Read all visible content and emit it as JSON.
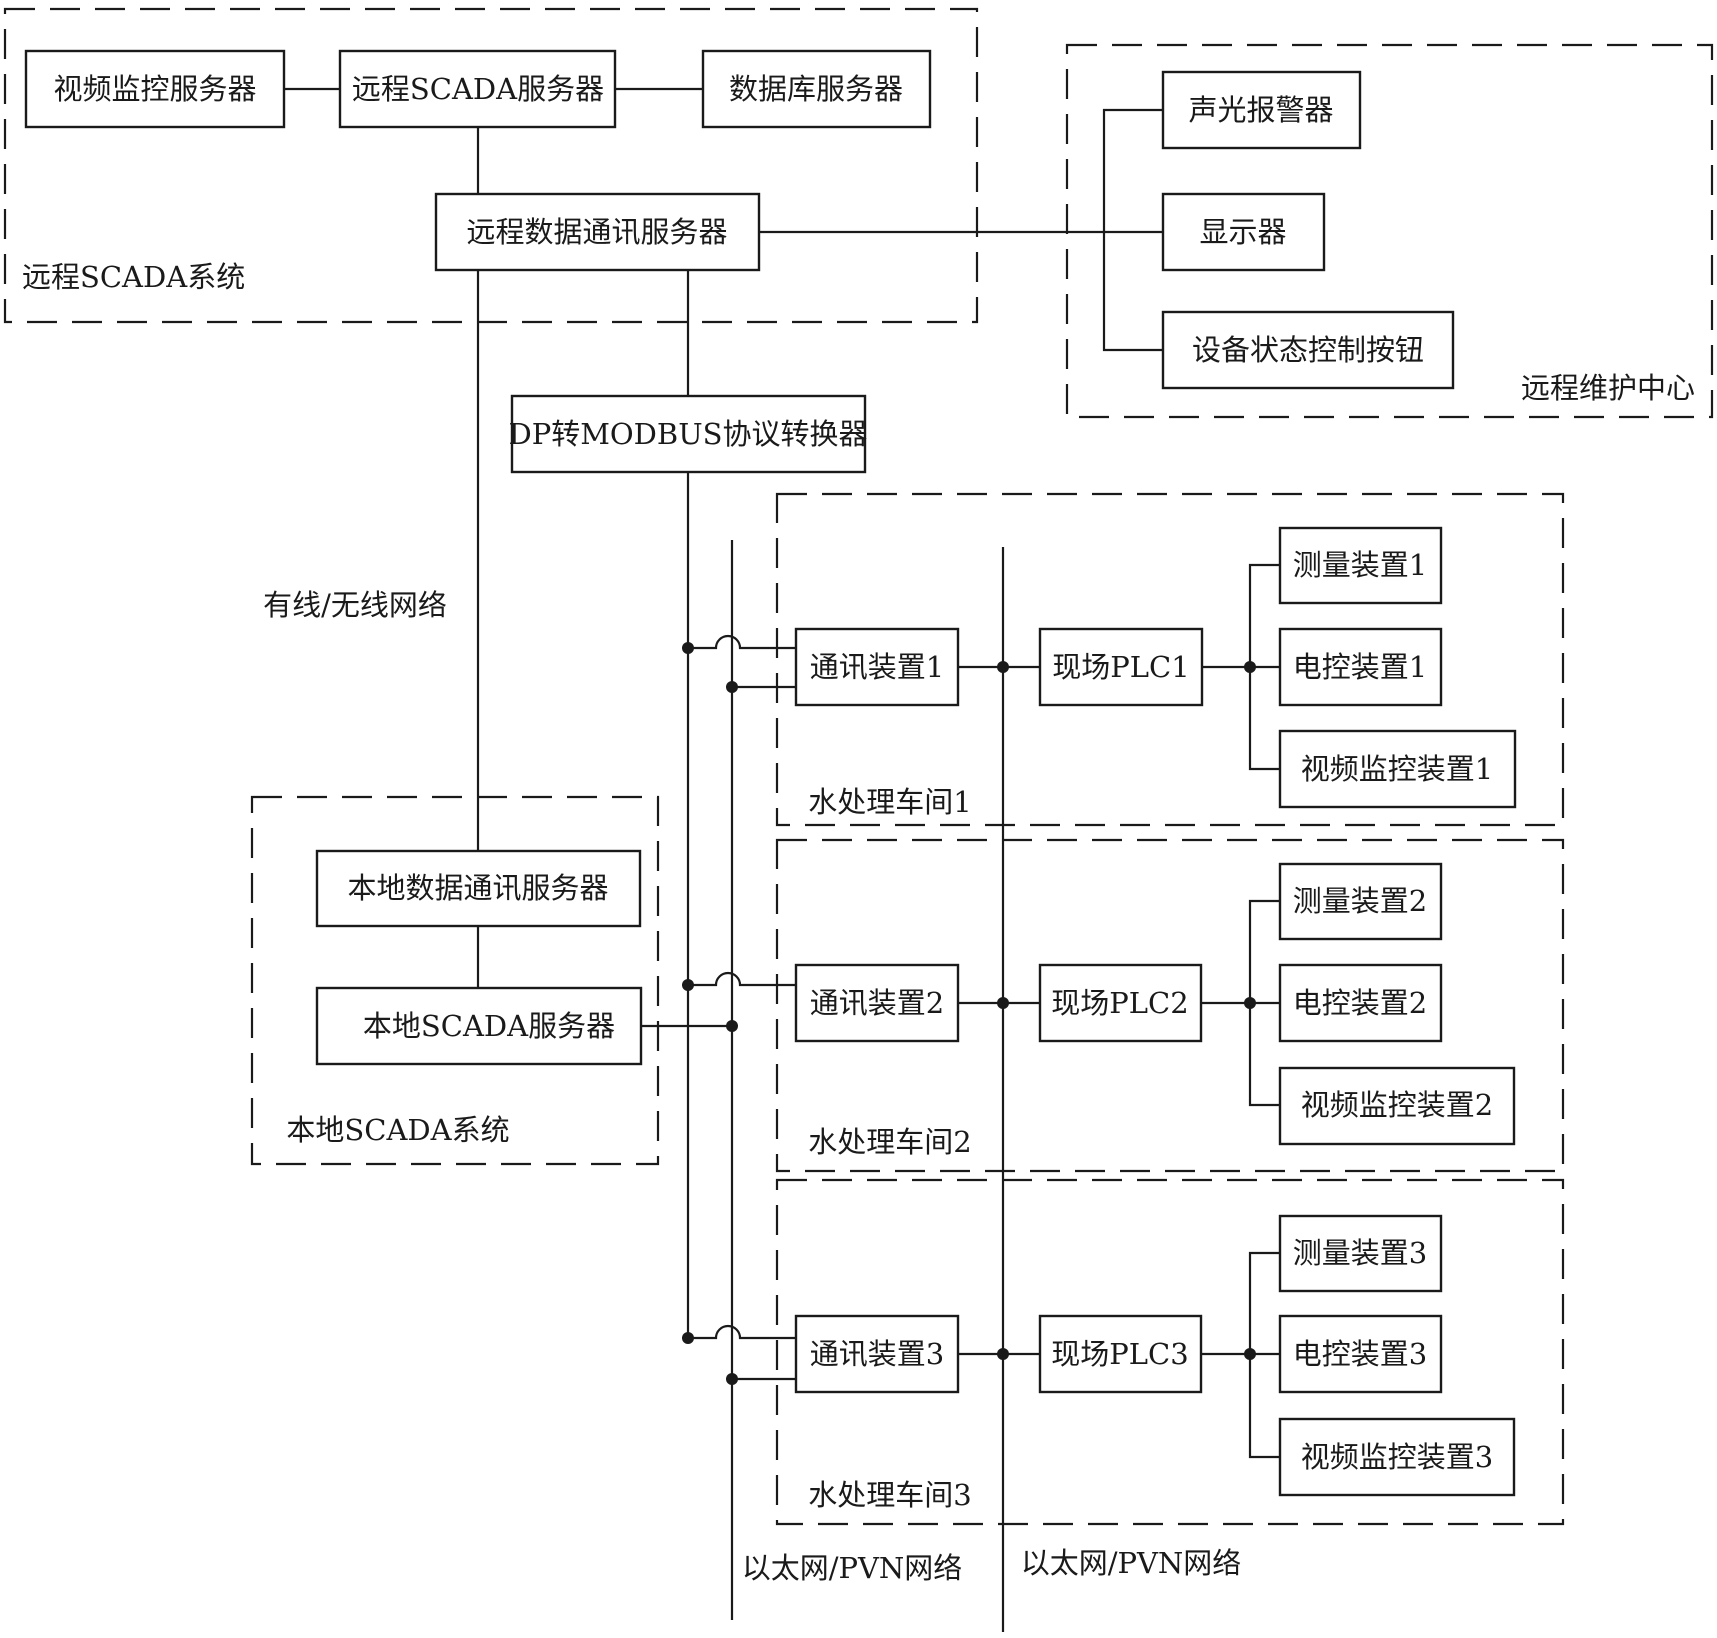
{
  "remote_scada": {
    "label": "远程SCADA系统",
    "video_server": "视频监控服务器",
    "scada_server": "远程SCADA服务器",
    "db_server": "数据库服务器",
    "comm_server": "远程数据通讯服务器"
  },
  "remote_maintenance": {
    "label": "远程维护中心",
    "alarm": "声光报警器",
    "display": "显示器",
    "control_button": "设备状态控制按钮"
  },
  "converter": "DP转MODBUS协议转换器",
  "network": {
    "wired_wireless": "有线/无线网络",
    "ethernet_1": "以太网/PVN网络",
    "ethernet_2": "以太网/PVN网络"
  },
  "local_scada": {
    "label": "本地SCADA系统",
    "comm_server": "本地数据通讯服务器",
    "scada_server": "本地SCADA服务器"
  },
  "workshops": [
    {
      "label": "水处理车间1",
      "comm": "通讯装置1",
      "plc": "现场PLC1",
      "measure": "测量装置1",
      "electric": "电控装置1",
      "video": "视频监控装置1"
    },
    {
      "label": "水处理车间2",
      "comm": "通讯装置2",
      "plc": "现场PLC2",
      "measure": "测量装置2",
      "electric": "电控装置2",
      "video": "视频监控装置2"
    },
    {
      "label": "水处理车间3",
      "comm": "通讯装置3",
      "plc": "现场PLC3",
      "measure": "测量装置3",
      "electric": "电控装置3",
      "video": "视频监控装置3"
    }
  ]
}
